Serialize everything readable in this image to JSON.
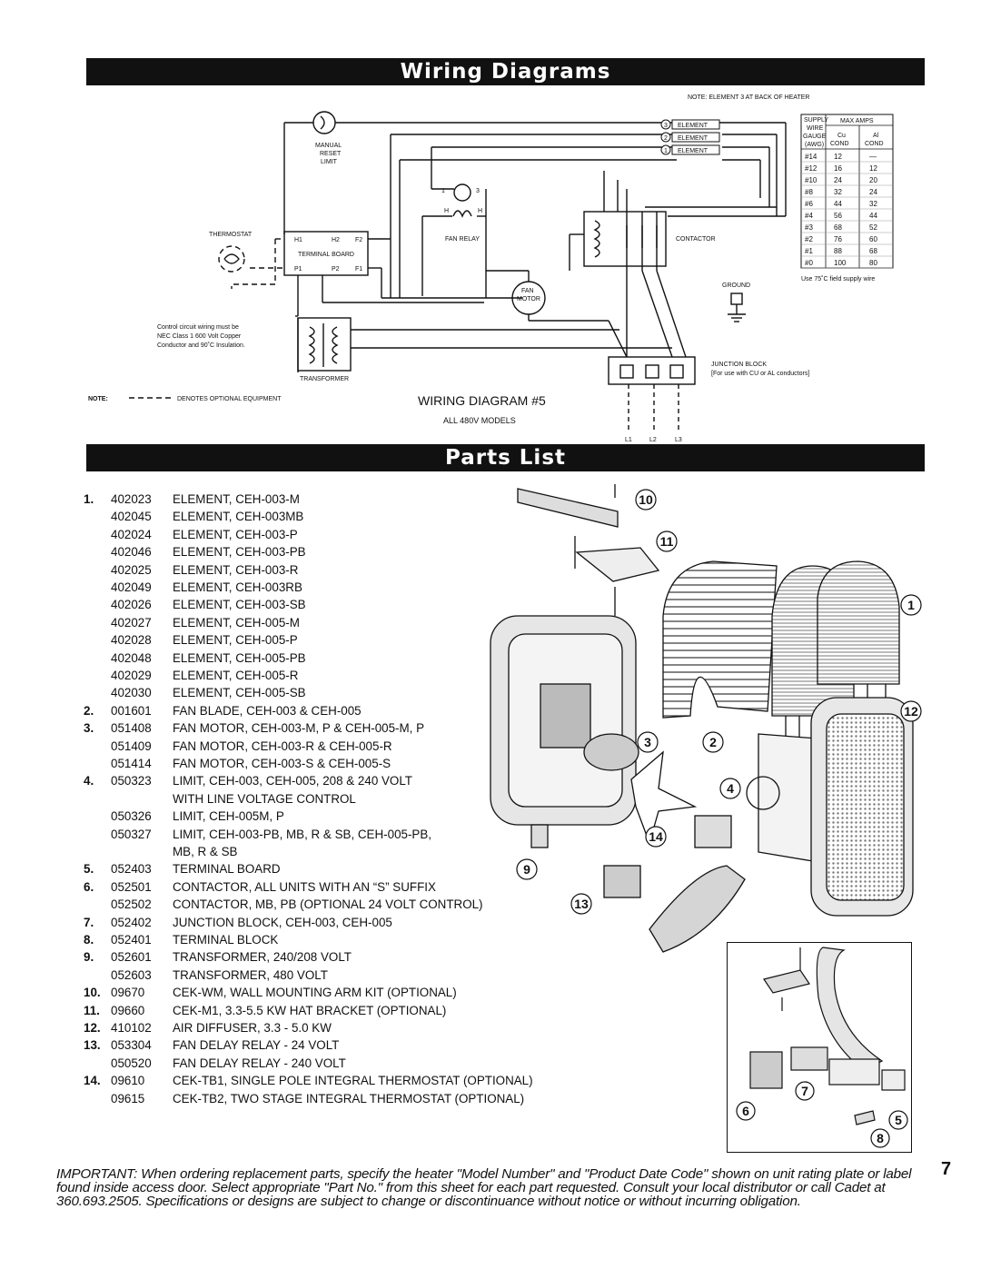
{
  "wiring": {
    "title": "Wiring Diagrams",
    "note_element": "NOTE: ELEMENT 3 AT BACK OF HEATER",
    "manual_reset_limit": [
      "MANUAL",
      "RESET",
      "LIMIT"
    ],
    "thermostat": "THERMOSTAT",
    "terminal_board": "TERMINAL BOARD",
    "tb_terminals_top": [
      "H1",
      "H2",
      "F2"
    ],
    "tb_terminals_bottom": [
      "P1",
      "P2",
      "F1"
    ],
    "fan_relay": "FAN RELAY",
    "relay_pins": [
      "1",
      "3",
      "H",
      "H"
    ],
    "fan_motor": [
      "FAN",
      "MOTOR"
    ],
    "element_label": "ELEMENT",
    "element_numbers": [
      "3",
      "2",
      "1"
    ],
    "contactor": "CONTACTOR",
    "ground": "GROUND",
    "transformer": "TRANSFORMER",
    "control_note": [
      "Control circuit wiring must be",
      "NEC Class 1  600 Volt Copper",
      "Conductor and 90˚C Insulation."
    ],
    "junction_block": "JUNCTION BLOCK",
    "junction_note": "[For use with CU or AL conductors]",
    "legend_note": "NOTE:",
    "legend_text": "DENOTES OPTIONAL EQUIPMENT",
    "diagram_title": "WIRING DIAGRAM #5",
    "diagram_subtitle": "ALL 480V MODELS",
    "lines": [
      "L1",
      "L2",
      "L3"
    ],
    "table": {
      "head_col1": [
        "SUPPLY",
        "WIRE",
        "GAUGE",
        "(AWG)"
      ],
      "head_max": "MAX AMPS",
      "head_cu": [
        "Cu",
        "COND"
      ],
      "head_al": [
        "Al",
        "COND"
      ],
      "rows": [
        [
          "#14",
          "12",
          "—"
        ],
        [
          "#12",
          "16",
          "12"
        ],
        [
          "#10",
          "24",
          "20"
        ],
        [
          "#8",
          "32",
          "24"
        ],
        [
          "#6",
          "44",
          "32"
        ],
        [
          "#4",
          "56",
          "44"
        ],
        [
          "#3",
          "68",
          "52"
        ],
        [
          "#2",
          "76",
          "60"
        ],
        [
          "#1",
          "88",
          "68"
        ],
        [
          "#0",
          "100",
          "80"
        ]
      ],
      "footnote": "Use 75˚C field supply wire"
    }
  },
  "parts": {
    "title": "Parts List",
    "rows": [
      {
        "num": "1.",
        "code": "402023",
        "desc": "ELEMENT, CEH-003-M"
      },
      {
        "num": "",
        "code": "402045",
        "desc": "ELEMENT, CEH-003MB"
      },
      {
        "num": "",
        "code": "402024",
        "desc": "ELEMENT, CEH-003-P"
      },
      {
        "num": "",
        "code": "402046",
        "desc": "ELEMENT, CEH-003-PB"
      },
      {
        "num": "",
        "code": "402025",
        "desc": "ELEMENT, CEH-003-R"
      },
      {
        "num": "",
        "code": "402049",
        "desc": "ELEMENT, CEH-003RB"
      },
      {
        "num": "",
        "code": "402026",
        "desc": "ELEMENT, CEH-003-SB"
      },
      {
        "num": "",
        "code": "402027",
        "desc": "ELEMENT, CEH-005-M"
      },
      {
        "num": "",
        "code": "402028",
        "desc": "ELEMENT, CEH-005-P"
      },
      {
        "num": "",
        "code": "402048",
        "desc": "ELEMENT, CEH-005-PB"
      },
      {
        "num": "",
        "code": "402029",
        "desc": "ELEMENT, CEH-005-R"
      },
      {
        "num": "",
        "code": "402030",
        "desc": "ELEMENT, CEH-005-SB"
      },
      {
        "num": "2.",
        "code": "001601",
        "desc": "FAN BLADE, CEH-003 & CEH-005"
      },
      {
        "num": "3.",
        "code": "051408",
        "desc": "FAN MOTOR, CEH-003-M, P & CEH-005-M, P"
      },
      {
        "num": "",
        "code": "051409",
        "desc": "FAN MOTOR, CEH-003-R & CEH-005-R"
      },
      {
        "num": "",
        "code": "051414",
        "desc": "FAN MOTOR, CEH-003-S & CEH-005-S"
      },
      {
        "num": "4.",
        "code": "050323",
        "desc": "LIMIT, CEH-003, CEH-005, 208 & 240 VOLT"
      },
      {
        "num": "",
        "code": "",
        "desc": "WITH LINE VOLTAGE CONTROL"
      },
      {
        "num": "",
        "code": "050326",
        "desc": "LIMIT, CEH-005M, P"
      },
      {
        "num": "",
        "code": "050327",
        "desc": "LIMIT, CEH-003-PB, MB, R & SB, CEH-005-PB,"
      },
      {
        "num": "",
        "code": "",
        "desc": "MB, R & SB"
      },
      {
        "num": "5.",
        "code": "052403",
        "desc": "TERMINAL BOARD"
      },
      {
        "num": "6.",
        "code": "052501",
        "desc": "CONTACTOR, ALL UNITS WITH AN “S” SUFFIX"
      },
      {
        "num": "",
        "code": "052502",
        "desc": "CONTACTOR, MB, PB (OPTIONAL 24 VOLT CONTROL)"
      },
      {
        "num": "7.",
        "code": "052402",
        "desc": "JUNCTION BLOCK, CEH-003, CEH-005"
      },
      {
        "num": "8.",
        "code": "052401",
        "desc": "TERMINAL BLOCK"
      },
      {
        "num": "9.",
        "code": "052601",
        "desc": "TRANSFORMER, 240/208 VOLT"
      },
      {
        "num": "",
        "code": "052603",
        "desc": "TRANSFORMER, 480 VOLT"
      },
      {
        "num": "10.",
        "code": "09670",
        "desc": "CEK-WM, WALL MOUNTING ARM KIT (OPTIONAL)"
      },
      {
        "num": "11.",
        "code": "09660",
        "desc": "CEK-M1, 3.3-5.5 KW HAT BRACKET (OPTIONAL)"
      },
      {
        "num": "12.",
        "code": "410102",
        "desc": "AIR DIFFUSER, 3.3 - 5.0 KW"
      },
      {
        "num": "13.",
        "code": "053304",
        "desc": "FAN DELAY RELAY - 24 VOLT"
      },
      {
        "num": "",
        "code": "050520",
        "desc": "FAN DELAY RELAY - 240 VOLT"
      },
      {
        "num": "14.",
        "code": "09610",
        "desc": "CEK-TB1, SINGLE POLE INTEGRAL THERMOSTAT (OPTIONAL)"
      },
      {
        "num": "",
        "code": "09615",
        "desc": "CEK-TB2, TWO STAGE INTEGRAL THERMOSTAT (OPTIONAL)"
      }
    ]
  },
  "callouts": [
    "10",
    "11",
    "1",
    "12",
    "3",
    "2",
    "4",
    "14",
    "9",
    "13",
    "7",
    "6",
    "5",
    "8"
  ],
  "important_note": "IMPORTANT: When ordering replacement parts, specify the heater \"Model Number\" and \"Product Date Code\" shown on unit rating plate or label found inside access door. Select appropriate \"Part No.\" from this sheet for each part requested. Consult your local distributor or call Cadet at 360.693.2505. Specifications or designs are subject to change or discontinuance without notice or without incurring obligation.",
  "page_number": "7"
}
